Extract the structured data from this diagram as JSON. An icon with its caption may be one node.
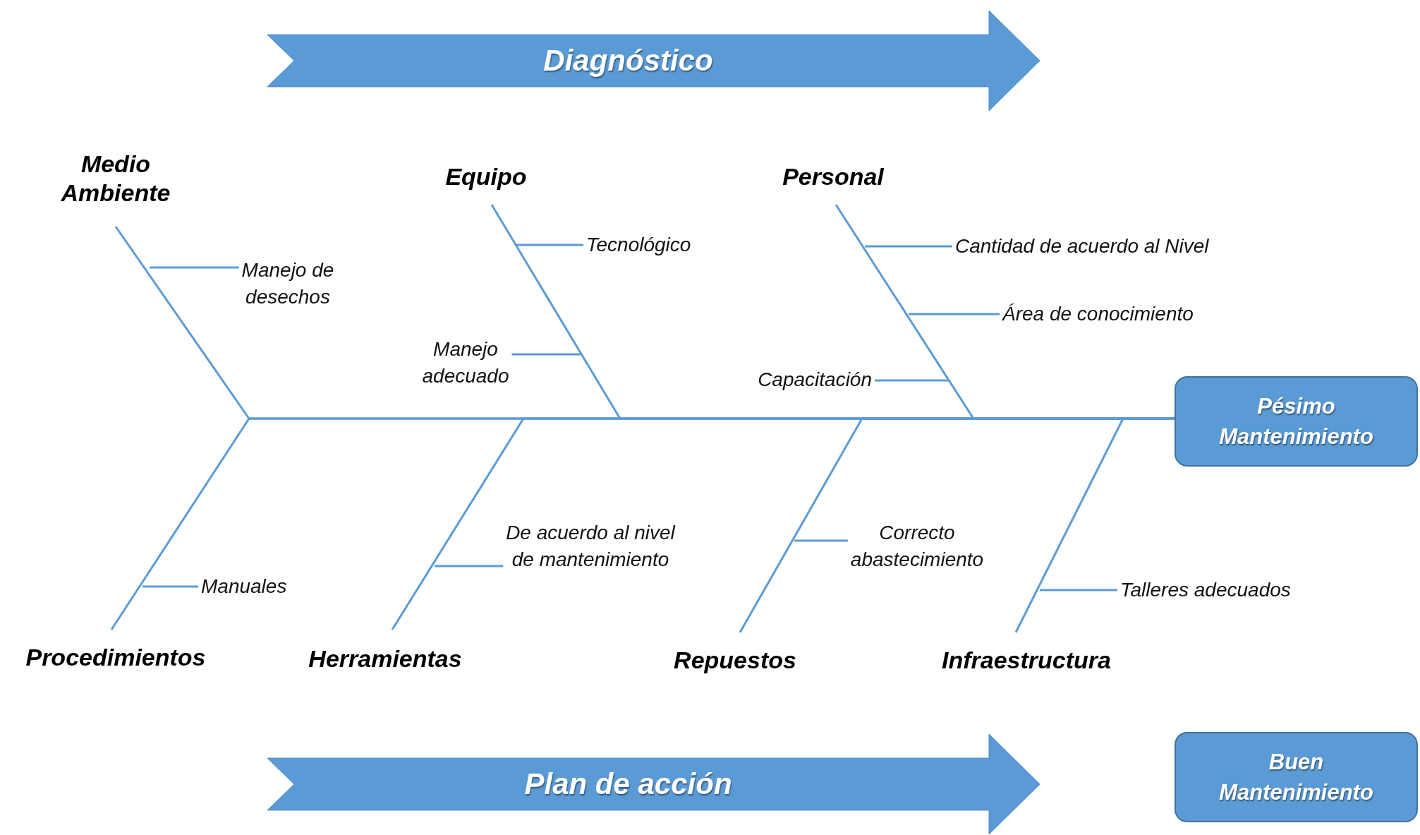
{
  "diagram": {
    "nodes": [
      {
        "text": [
          "Diagnóstico"
        ]
      },
      {
        "text": [
          "Medio Ambiente"
        ]
      },
      {
        "text": [
          "Equipo"
        ]
      },
      {
        "text": [
          "Personal"
        ]
      },
      {
        "text": [
          "Manejo de desechos"
        ]
      },
      {
        "text": [
          "Tecnológico"
        ]
      },
      {
        "text": [
          "Cantidad de acuerdo al Nivel"
        ]
      },
      {
        "text": [
          "Área de conocimiento"
        ]
      },
      {
        "text": [
          "Manejo adecuado"
        ]
      },
      {
        "text": [
          "Capacitación"
        ]
      },
      {
        "text": [
          "Pésimo Mantenimiento"
        ]
      },
      {
        "text": [
          "De acuerdo al nivel de mantenimiento"
        ]
      },
      {
        "text": [
          "Correcto abastecimiento"
        ]
      },
      {
        "text": [
          "Manuales"
        ]
      },
      {
        "text": [
          "Talleres adecuados"
        ]
      },
      {
        "text": [
          "Procedimientos"
        ]
      },
      {
        "text": [
          "Herramientas"
        ]
      },
      {
        "text": [
          "Repuestos"
        ]
      },
      {
        "text": [
          "Infraestructura"
        ]
      },
      {
        "text": [
          "Plan de acción"
        ]
      },
      {
        "text": [
          "Buen Mantenimiento"
        ]
      }
    ],
    "edges": [
      {
        "from": 1,
        "to": 10,
        "arrow": "none"
      },
      {
        "from": 2,
        "to": 10,
        "arrow": "none"
      },
      {
        "from": 3,
        "to": 10,
        "arrow": "none"
      },
      {
        "from": 15,
        "to": 10,
        "arrow": "none"
      },
      {
        "from": 16,
        "to": 10,
        "arrow": "none"
      },
      {
        "from": 17,
        "to": 10,
        "arrow": "none"
      },
      {
        "from": 18,
        "to": 10,
        "arrow": "none"
      },
      {
        "from": 4,
        "to": null,
        "arrow": "none"
      },
      {
        "from": 5,
        "to": null,
        "arrow": "none"
      },
      {
        "from": 6,
        "to": null,
        "arrow": "none"
      },
      {
        "from": 7,
        "to": null,
        "arrow": "none"
      },
      {
        "from": 8,
        "to": null,
        "arrow": "none"
      },
      {
        "from": 9,
        "to": null,
        "arrow": "none"
      },
      {
        "from": 11,
        "to": null,
        "arrow": "none"
      },
      {
        "from": 12,
        "to": null,
        "arrow": "none"
      },
      {
        "from": 13,
        "to": null,
        "arrow": "none"
      },
      {
        "from": 14,
        "to": null,
        "arrow": "none"
      }
    ]
  }
}
